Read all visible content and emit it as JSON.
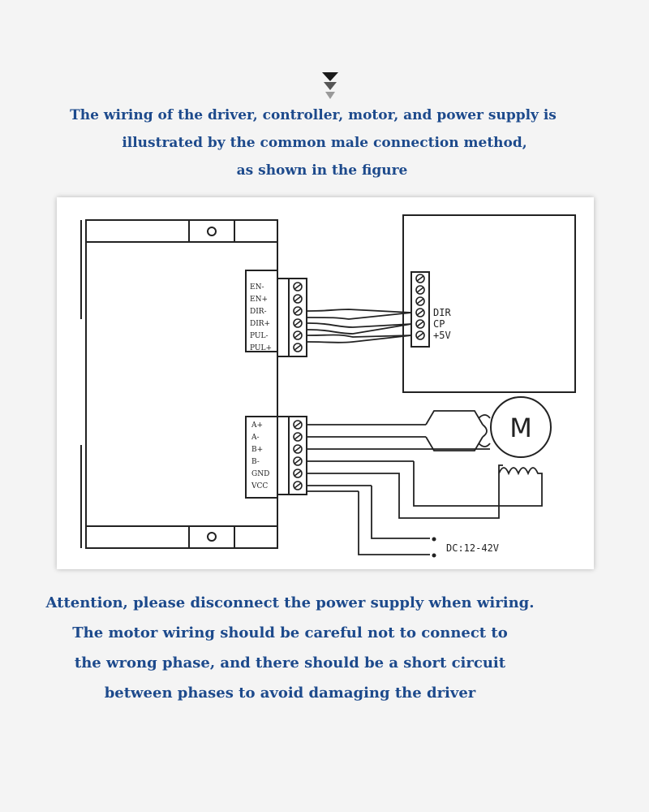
{
  "intro": {
    "line1": "The wiring of the driver, controller, motor, and power supply is",
    "line2": "illustrated by the common male connection method,",
    "line3": "as shown in the figure"
  },
  "diagram": {
    "signal_terminals": [
      "EN-",
      "EN+",
      "DIR-",
      "DIR+",
      "PUL-",
      "PUL+"
    ],
    "power_terminals": [
      "A+",
      "A-",
      "B+",
      "B-",
      "GND",
      "VCC"
    ],
    "controller_terminals": [
      "DIR",
      "CP",
      "+5V"
    ],
    "motor_label": "M",
    "power_supply_label": "DC:12-42V"
  },
  "note": {
    "line1": "Attention, please disconnect the power supply when wiring.",
    "line2": "The motor wiring should be careful not to connect to",
    "line3": "the wrong phase, and there should be a short circuit",
    "line4": "between phases to avoid damaging the driver"
  },
  "colors": {
    "text_blue": "#1d4a8c",
    "line": "#222222",
    "background": "#f4f4f4"
  }
}
